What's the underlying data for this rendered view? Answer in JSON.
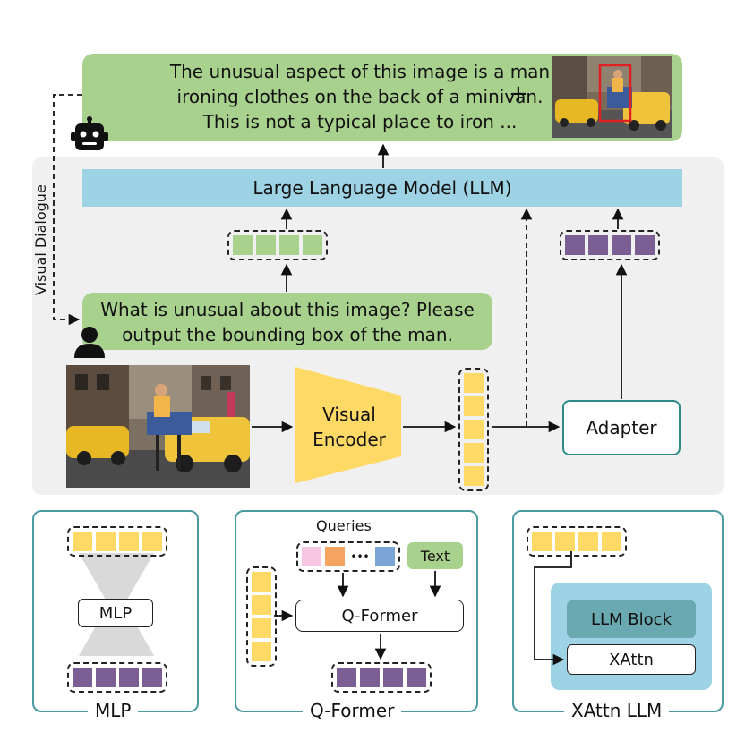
{
  "response": {
    "line1": "The unusual aspect of this image is a man",
    "line2": "ironing clothes on the back of a minivan.",
    "line3": "This is not a typical place to iron ...",
    "plus": "+"
  },
  "llm_label": "Large Language Model (LLM)",
  "side_label": "Visual Dialogue",
  "question": {
    "line1": "What is unusual about this image? Please",
    "line2": "output the bounding box of the man."
  },
  "encoder": {
    "line1": "Visual",
    "line2": "Encoder"
  },
  "adapter_label": "Adapter",
  "panels": {
    "mlp": {
      "title": "MLP",
      "box_label": "MLP"
    },
    "qformer": {
      "title": "Q-Former",
      "queries_label": "Queries",
      "text_label": "Text",
      "box_label": "Q-Former",
      "ellipsis": "•••"
    },
    "xattn": {
      "title": "XAttn LLM",
      "llm_block_label": "LLM Block",
      "xattn_label": "XAttn"
    }
  },
  "colors": {
    "green_bubble": "#a9d18e",
    "llm_blue": "#9ed3e6",
    "token_green": "#a9d18e",
    "token_purple": "#7b5e93",
    "token_yellow": "#ffd966",
    "encoder_yellow": "#ffd966",
    "panel_border": "#4a9aa1",
    "bbox_red": "#e02020"
  },
  "icons": [
    "robot-icon",
    "user-icon"
  ]
}
